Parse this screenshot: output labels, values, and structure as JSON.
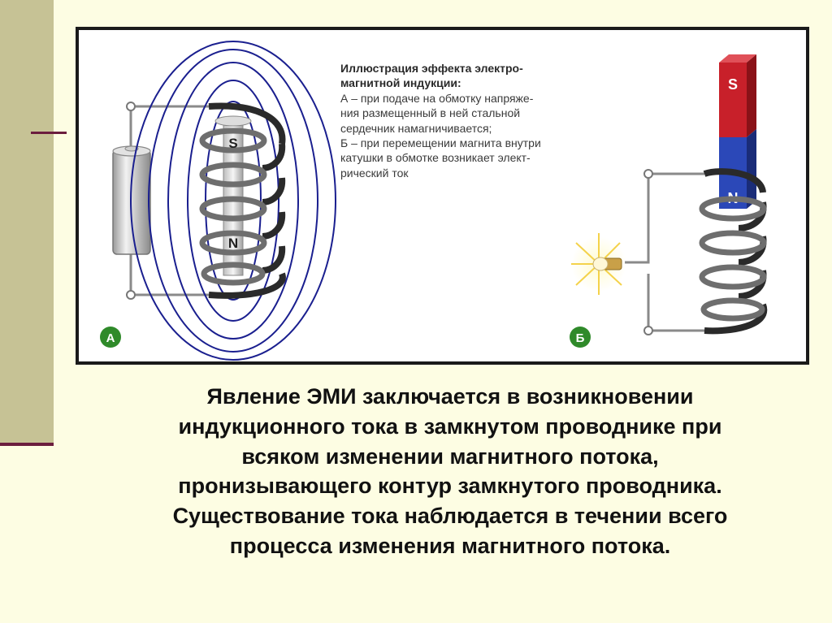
{
  "caption": {
    "title_lines": [
      "Иллюстрация эффекта электро-",
      "магнитной индукции:"
    ],
    "lines": [
      "А – при подаче на обмотку напряже-",
      "ния размещенный в ней стальной",
      "сердечник намагничивается;",
      "Б – при перемещении магнита внутри",
      "катушки в обмотке возникает элект-",
      "рический ток"
    ]
  },
  "labels": {
    "panel_a": "А",
    "panel_b": "Б",
    "core_south": "S",
    "core_north": "N",
    "magnet_south": "S",
    "magnet_north": "N"
  },
  "colors": {
    "field_lines": "#1a1f8f",
    "magnet_north": "#c8202a",
    "magnet_south": "#2b48b8",
    "panel_badge": "#2f8a2a",
    "frame": "#1a1a1a",
    "accent_rule": "#6b1d3e"
  },
  "body_text": [
    "Явление ЭМИ заключается в возникновении",
    "индукционного тока в замкнутом проводнике при",
    "всяком изменении магнитного потока,",
    "пронизывающего контур замкнутого проводника.",
    "Существование тока наблюдается в течении всего",
    "процесса изменения магнитного потока."
  ]
}
